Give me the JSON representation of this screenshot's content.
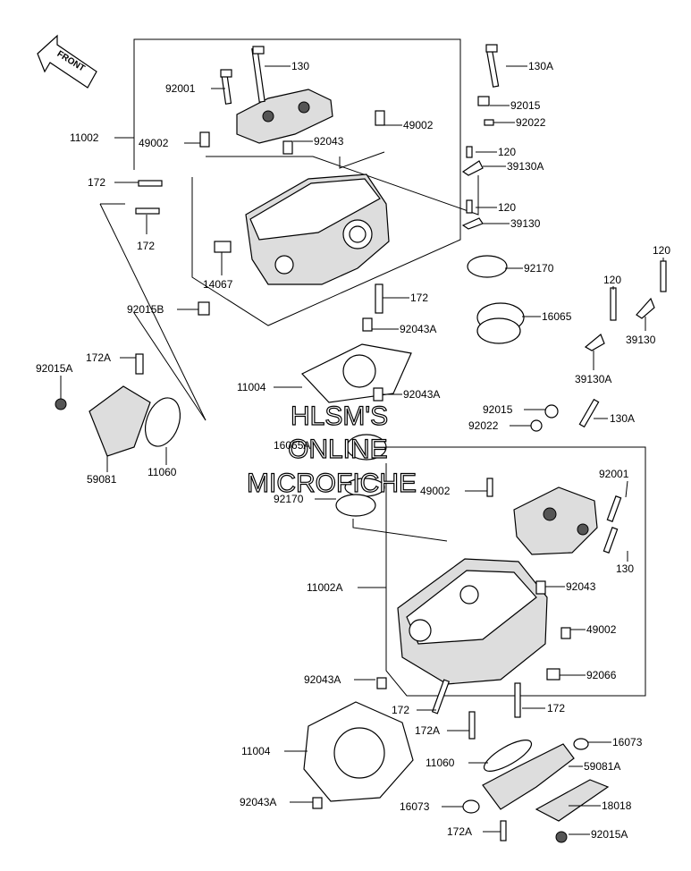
{
  "diagram": {
    "front_label": "FRONT",
    "watermark": [
      "HLSM'S",
      "ONLINE",
      "MICROFICHE"
    ],
    "callouts": {
      "c_130_top": "130",
      "c_92001_top": "92001",
      "c_11002": "11002",
      "c_49002_left": "49002",
      "c_92043_top": "92043",
      "c_49002_right": "49002",
      "c_130A_top": "130A",
      "c_92015_top": "92015",
      "c_92022_top": "92022",
      "c_120_a": "120",
      "c_39130A_top": "39130A",
      "c_120_b": "120",
      "c_39130_top": "39130",
      "c_172_a": "172",
      "c_172_b": "172",
      "c_14067": "14067",
      "c_92170_top": "92170",
      "c_172_c": "172",
      "c_92015B": "92015B",
      "c_16065": "16065",
      "c_92043A_a": "92043A",
      "c_120_c": "120",
      "c_120_d": "120",
      "c_39130_right": "39130",
      "c_39130A_right": "39130A",
      "c_172A_left": "172A",
      "c_92015A_left": "92015A",
      "c_11004_top": "11004",
      "c_92043A_b": "92043A",
      "c_92015_mid": "92015",
      "c_130A_mid": "130A",
      "c_92022_mid": "92022",
      "c_16065A": "16065A",
      "c_59081": "59081",
      "c_11060_left": "11060",
      "c_49002_mid": "49002",
      "c_92001_right": "92001",
      "c_92170_mid": "92170",
      "c_130_right": "130",
      "c_11002A": "11002A",
      "c_92043_right": "92043",
      "c_49002_low": "49002",
      "c_92043A_c": "92043A",
      "c_92066": "92066",
      "c_172_d": "172",
      "c_172_e": "172",
      "c_172A_mid": "172A",
      "c_16073_r": "16073",
      "c_11004_low": "11004",
      "c_11060_low": "11060",
      "c_59081A": "59081A",
      "c_92043A_d": "92043A",
      "c_16073_l": "16073",
      "c_18018": "18018",
      "c_172A_low": "172A",
      "c_92015A_low": "92015A"
    }
  }
}
